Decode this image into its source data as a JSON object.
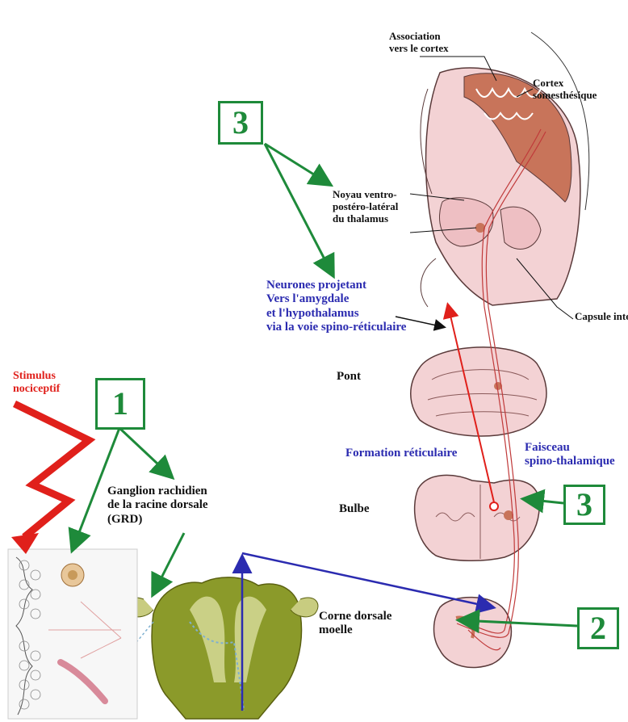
{
  "labels": {
    "association": "Association\nvers le cortex",
    "cortex": "Cortex\nsomesthésique",
    "noyau": "Noyau ventro-\npostéro-latéral\ndu thalamus",
    "neurones": "Neurones projetant\nVers l'amygdale\net l'hypothalamus\nvia la voie spino-réticulaire",
    "capsule": "Capsule interne",
    "pont": "Pont",
    "stimulus": "Stimulus\nnociceptif",
    "formation": "Formation réticulaire",
    "faisceau": "Faisceau\nspino-thalamique",
    "ganglion": "Ganglion rachidien\nde la racine dorsale\n(GRD)",
    "bulbe": "Bulbe",
    "corne": "Corne dorsale\nmoelle"
  },
  "boxes": {
    "box1": "1",
    "box2": "2",
    "box3_top": "3",
    "box3_bulbe": "3"
  },
  "colors": {
    "green": "#1e8a3a",
    "red": "#e0201b",
    "blue": "#2b2bb0",
    "tissue": "#f3d2d4",
    "cortex": "#c8745a"
  }
}
